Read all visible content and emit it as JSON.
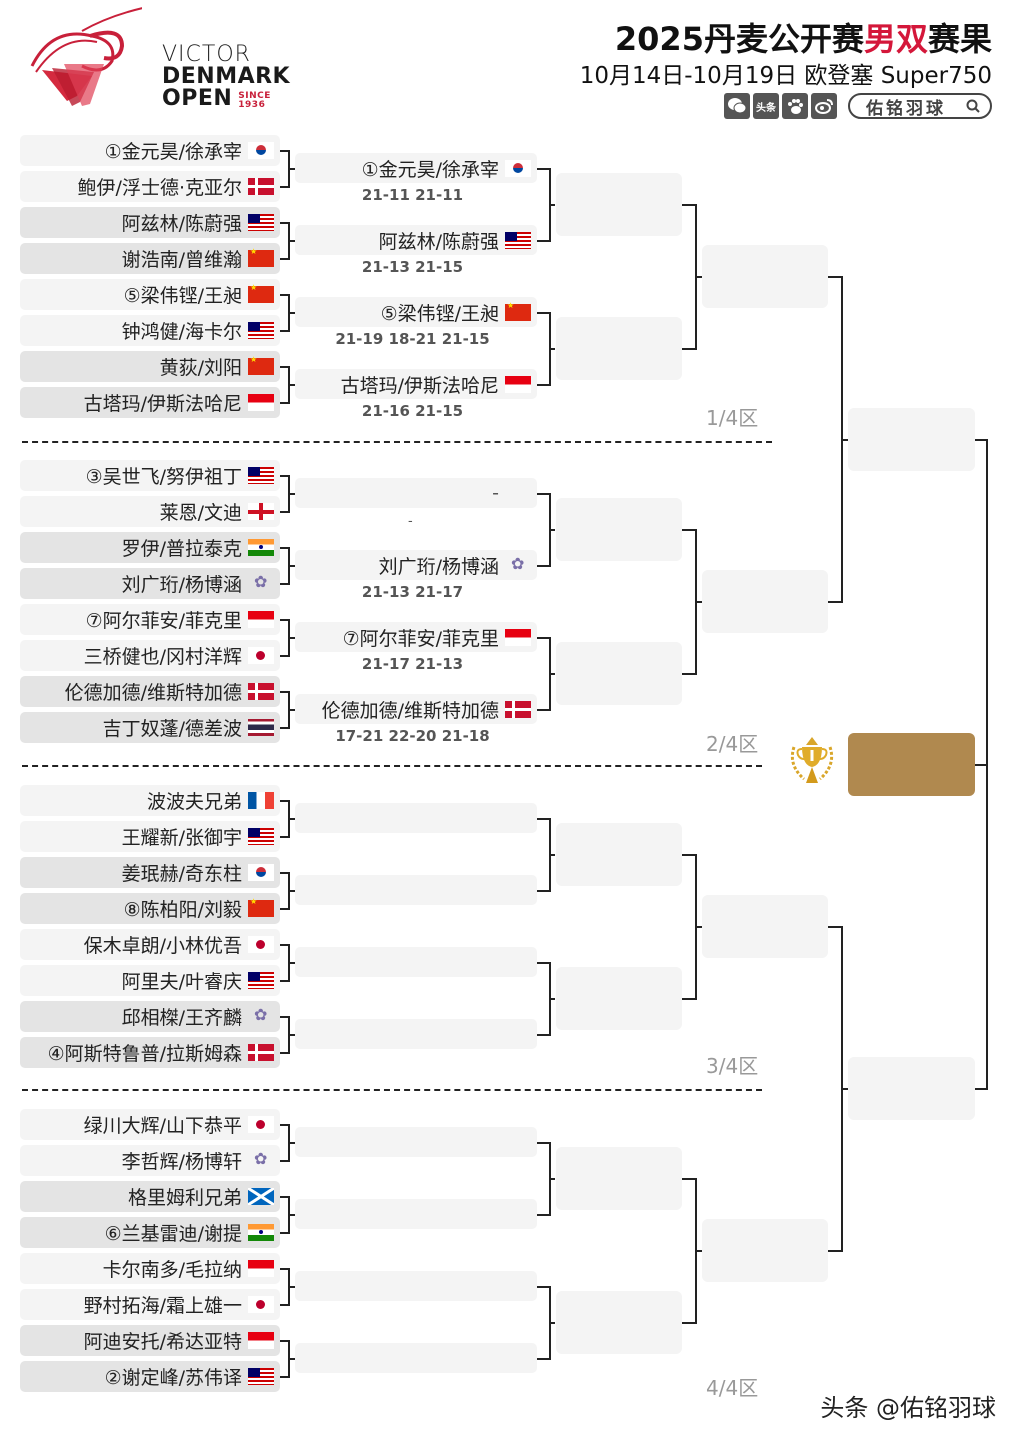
{
  "header": {
    "logo": {
      "line1": "VICTOR",
      "line2": "DENMARK",
      "line3": "OPEN",
      "since": "SINCE 1936"
    },
    "title_prefix": "2025丹麦公开赛",
    "title_highlight": "男双",
    "title_suffix": "赛果",
    "subtitle": "10月14日-10月19日 欧登塞 Super750",
    "social_icons": [
      "wechat-icon",
      "toutiao-icon",
      "baidu-icon",
      "weibo-icon"
    ],
    "toutiao_label": "头条",
    "search_label": "佑铭羽球",
    "highlight_color": "#d4173a"
  },
  "round1": [
    {
      "name": "①金元昊/徐承宰",
      "flag": "KOR"
    },
    {
      "name": "鲍伊/浮士德·克亚尔",
      "flag": "DEN"
    },
    {
      "name": "阿兹林/陈蔚强",
      "flag": "MAS"
    },
    {
      "name": "谢浩南/曾维瀚",
      "flag": "CHN"
    },
    {
      "name": "⑤梁伟铿/王昶",
      "flag": "CHN"
    },
    {
      "name": "钟鸿健/海卡尔",
      "flag": "MAS"
    },
    {
      "name": "黄荻/刘阳",
      "flag": "CHN"
    },
    {
      "name": "古塔玛/伊斯法哈尼",
      "flag": "INA"
    },
    {
      "name": "③吴世飞/努伊祖丁",
      "flag": "MAS"
    },
    {
      "name": "莱恩/文迪",
      "flag": "ENG"
    },
    {
      "name": "罗伊/普拉泰克",
      "flag": "IND"
    },
    {
      "name": "刘广珩/杨博涵",
      "flag": "TPE"
    },
    {
      "name": "⑦阿尔菲安/菲克里",
      "flag": "INA"
    },
    {
      "name": "三桥健也/冈村洋辉",
      "flag": "JPN"
    },
    {
      "name": "伦德加德/维斯特加德",
      "flag": "DEN"
    },
    {
      "name": "吉丁奴蓬/德差波",
      "flag": "THA"
    },
    {
      "name": "波波夫兄弟",
      "flag": "FRA"
    },
    {
      "name": "王耀新/张御宇",
      "flag": "MAS"
    },
    {
      "name": "姜珉赫/奇东柱",
      "flag": "KOR"
    },
    {
      "name": "⑧陈柏阳/刘毅",
      "flag": "CHN"
    },
    {
      "name": "保木卓朗/小林优吾",
      "flag": "JPN"
    },
    {
      "name": "阿里夫/叶睿庆",
      "flag": "MAS"
    },
    {
      "name": "邱相榤/王齐麟",
      "flag": "TPE"
    },
    {
      "name": "④阿斯特鲁普/拉斯姆森",
      "flag": "DEN"
    },
    {
      "name": "绿川大辉/山下恭平",
      "flag": "JPN"
    },
    {
      "name": "李哲辉/杨博轩",
      "flag": "TPE"
    },
    {
      "name": "格里姆利兄弟",
      "flag": "SCO"
    },
    {
      "name": "⑥兰基雷迪/谢提",
      "flag": "IND"
    },
    {
      "name": "卡尔南多/毛拉纳",
      "flag": "INA"
    },
    {
      "name": "野村拓海/霜上雄一",
      "flag": "JPN"
    },
    {
      "name": "阿迪安托/希达亚特",
      "flag": "INA"
    },
    {
      "name": "②谢定峰/苏伟译",
      "flag": "MAS"
    }
  ],
  "round2": [
    {
      "name": "①金元昊/徐承宰",
      "flag": "KOR",
      "score": "21-11 21-11"
    },
    {
      "name": "阿兹林/陈蔚强",
      "flag": "MAS",
      "score": "21-13 21-15"
    },
    {
      "name": "⑤梁伟铿/王昶",
      "flag": "CHN",
      "score": "21-19 18-21 21-15"
    },
    {
      "name": "古塔玛/伊斯法哈尼",
      "flag": "INA",
      "score": "21-16 21-15"
    },
    {
      "name": "",
      "flag": "",
      "score": "-",
      "score2": "-"
    },
    {
      "name": "刘广珩/杨博涵",
      "flag": "TPE",
      "score": "21-13 21-17"
    },
    {
      "name": "⑦阿尔菲安/菲克里",
      "flag": "INA",
      "score": "21-17 21-13"
    },
    {
      "name": "伦德加德/维斯特加德",
      "flag": "DEN",
      "score": "17-21 22-20 21-18"
    },
    {
      "name": "",
      "flag": "",
      "score": ""
    },
    {
      "name": "",
      "flag": "",
      "score": ""
    },
    {
      "name": "",
      "flag": "",
      "score": ""
    },
    {
      "name": "",
      "flag": "",
      "score": ""
    },
    {
      "name": "",
      "flag": "",
      "score": ""
    },
    {
      "name": "",
      "flag": "",
      "score": ""
    },
    {
      "name": "",
      "flag": "",
      "score": ""
    },
    {
      "name": "",
      "flag": "",
      "score": ""
    }
  ],
  "zones": [
    "1/4区",
    "2/4区",
    "3/4区",
    "4/4区"
  ],
  "final": {
    "color": "#b0894f",
    "winner": ""
  },
  "trophy_icon": "trophy-laurel-icon",
  "watermark": "头条 @佑铭羽球"
}
